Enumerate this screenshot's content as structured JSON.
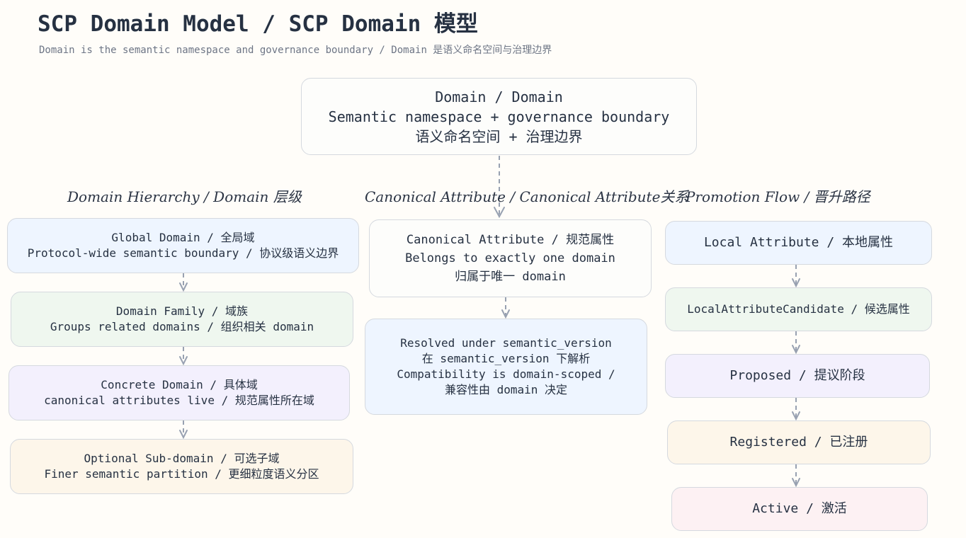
{
  "header": {
    "title": "SCP Domain Model / SCP Domain 模型",
    "subtitle": "Domain is the semantic namespace and governance boundary / Domain 是语义命名空间与治理边界"
  },
  "root": {
    "line1": "Domain / Domain",
    "line2": "Semantic namespace + governance boundary",
    "line3": "语义命名空间 + 治理边界"
  },
  "sections": {
    "hierarchy": "Domain Hierarchy / Domain 层级",
    "canonical": "Canonical Attribute / Canonical Attribute关系",
    "promotion": "Promotion Flow / 晋升路径"
  },
  "hierarchy": [
    {
      "line1": "Global Domain / 全局域",
      "line2": "Protocol-wide semantic boundary / 协议级语义边界"
    },
    {
      "line1": "Domain Family / 域族",
      "line2": "Groups related domains / 组织相关 domain"
    },
    {
      "line1": "Concrete Domain / 具体域",
      "line2": "canonical attributes live / 规范属性所在域"
    },
    {
      "line1": "Optional Sub-domain / 可选子域",
      "line2": "Finer semantic partition / 更细粒度语义分区"
    }
  ],
  "canonical": [
    {
      "line1": "Canonical Attribute / 规范属性",
      "line2": "Belongs to exactly one domain",
      "line3": "归属于唯一 domain"
    },
    {
      "line1": "Resolved under semantic_version",
      "line2": "在 semantic_version 下解析",
      "line3": "Compatibility is domain-scoped /",
      "line4": "兼容性由 domain 决定"
    }
  ],
  "promotion": [
    "Local Attribute / 本地属性",
    "LocalAttributeCandidate / 候选属性",
    "Proposed / 提议阶段",
    "Registered / 已注册",
    "Active / 激活"
  ],
  "colors": {
    "background": "#fffdf9",
    "edge": "#98a1b1",
    "blue": "#eef5ff",
    "green": "#eff7ef",
    "purple": "#f3f0fd",
    "orange": "#fdf6ea",
    "pink": "#fdf1f3"
  }
}
